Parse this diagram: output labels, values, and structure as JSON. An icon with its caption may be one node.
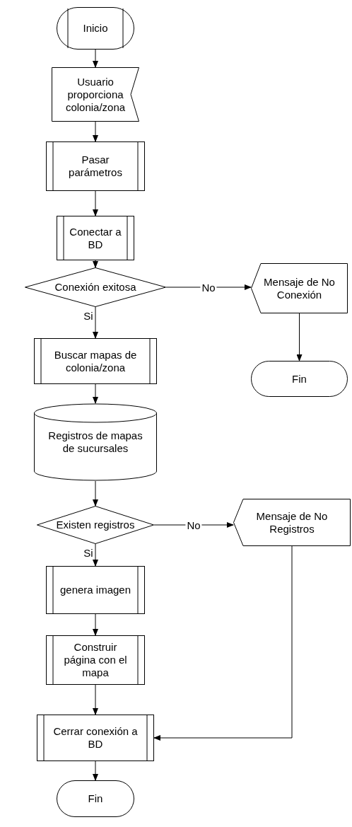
{
  "diagram": {
    "nodes": [
      {
        "text": [
          "Inicio"
        ]
      },
      {
        "text": [
          "Usuario proporciona colonia/zona"
        ]
      },
      {
        "text": [
          "Pasar parámetros"
        ]
      },
      {
        "text": [
          "Conectar a BD"
        ]
      },
      {
        "text": [
          "Conexión exitosa"
        ]
      },
      {
        "text": [
          "Mensaje de No Conexión"
        ]
      },
      {
        "text": [
          "Fin"
        ]
      },
      {
        "text": [
          "Buscar  mapas de colonia/zona"
        ]
      },
      {
        "text": [
          "Registros de mapas de sucursales"
        ]
      },
      {
        "text": [
          "Existen registros"
        ]
      },
      {
        "text": [
          "Mensaje de No Registros"
        ]
      },
      {
        "text": [
          "genera imagen"
        ]
      },
      {
        "text": [
          "Construir página con el mapa"
        ]
      },
      {
        "text": [
          "Cerrar conexión a BD"
        ]
      },
      {
        "text": [
          "Fin"
        ]
      }
    ],
    "edges": [
      {
        "from": 0,
        "to": 1,
        "arrow": "to"
      },
      {
        "from": 1,
        "to": 2,
        "arrow": "to"
      },
      {
        "from": 2,
        "to": 3,
        "arrow": "to"
      },
      {
        "from": 3,
        "to": 4,
        "arrow": "to"
      },
      {
        "from": 4,
        "to": 5,
        "arrow": "to",
        "label": "No"
      },
      {
        "from": 5,
        "to": 6,
        "arrow": "to"
      },
      {
        "from": 4,
        "to": 7,
        "arrow": "to",
        "label": "Si"
      },
      {
        "from": 7,
        "to": 8,
        "arrow": "to"
      },
      {
        "from": 8,
        "to": 9,
        "arrow": "to"
      },
      {
        "from": 9,
        "to": 10,
        "arrow": "to",
        "label": "No"
      },
      {
        "from": 9,
        "to": 11,
        "arrow": "to",
        "label": "Si"
      },
      {
        "from": 11,
        "to": 12,
        "arrow": "to"
      },
      {
        "from": 12,
        "to": 13,
        "arrow": "to"
      },
      {
        "from": 10,
        "to": 13,
        "arrow": "to"
      },
      {
        "from": 13,
        "to": 14,
        "arrow": "to"
      }
    ]
  }
}
